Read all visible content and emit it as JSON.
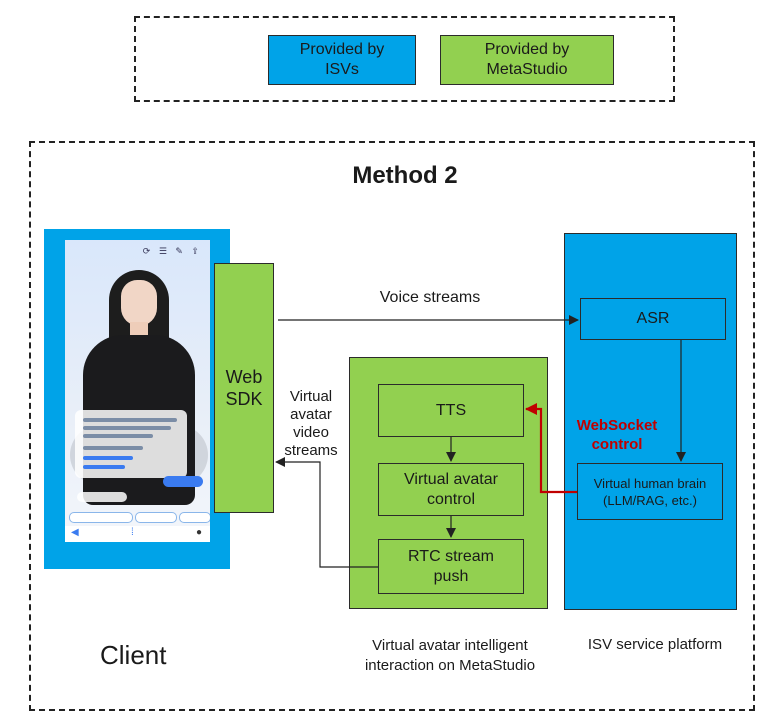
{
  "legend": {
    "isv_label": "Provided by\nISVs",
    "metastudio_label": "Provided by\nMetaStudio"
  },
  "title": "Method 2",
  "client": {
    "label": "Client",
    "web_sdk": "Web\nSDK"
  },
  "metastudio_panel": {
    "caption": "Virtual avatar intelligent\ninteraction on MetaStudio",
    "tts": "TTS",
    "avatar_control": "Virtual avatar\ncontrol",
    "rtc_push": "RTC stream\npush"
  },
  "isv_panel": {
    "caption": "ISV service platform",
    "asr": "ASR",
    "brain": "Virtual human brain\n(LLM/RAG, etc.)"
  },
  "flows": {
    "voice_streams": "Voice streams",
    "video_streams": "Virtual\navatar\nvideo\nstreams",
    "websocket": "WebSocket\ncontrol"
  },
  "colors": {
    "isv_blue": "#00a3e8",
    "metastudio_green": "#92d050",
    "websocket_red": "#c00000"
  }
}
